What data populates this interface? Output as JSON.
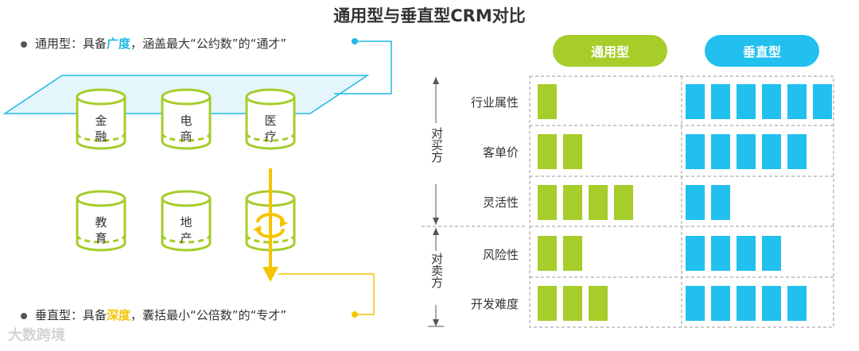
{
  "title": "通用型与垂直型CRM对比",
  "left": {
    "top_bullet": {
      "prefix": "通用型：具备",
      "highlight": "广度",
      "suffix": "，涵盖最大“公约数”的“通才”"
    },
    "bottom_bullet": {
      "prefix": "垂直型：具备",
      "highlight": "深度",
      "suffix": "，囊括最小“公倍数”的“专才”"
    },
    "cylinders": [
      {
        "l1": "金",
        "l2": "融"
      },
      {
        "l1": "电",
        "l2": "商"
      },
      {
        "l1": "医",
        "l2": "疗"
      },
      {
        "l1": "教",
        "l2": "育"
      },
      {
        "l1": "地",
        "l2": "产"
      }
    ]
  },
  "right": {
    "headers": {
      "general": "通用型",
      "vertical": "垂直型"
    },
    "side_labels": {
      "buyer": "对买方",
      "seller": "对卖方"
    },
    "rows": [
      {
        "label": "行业属性",
        "general": 1,
        "vertical": 6
      },
      {
        "label": "客单价",
        "general": 2,
        "vertical": 5
      },
      {
        "label": "灵活性",
        "general": 4,
        "vertical": 2
      },
      {
        "label": "风险性",
        "general": 2,
        "vertical": 4
      },
      {
        "label": "开发难度",
        "general": 3,
        "vertical": 5
      }
    ]
  },
  "colors": {
    "green": "#a6cd2a",
    "blue": "#21c0ee",
    "cyan": "#20b8e6",
    "yellow": "#f5c400"
  },
  "watermark": "大数跨境"
}
